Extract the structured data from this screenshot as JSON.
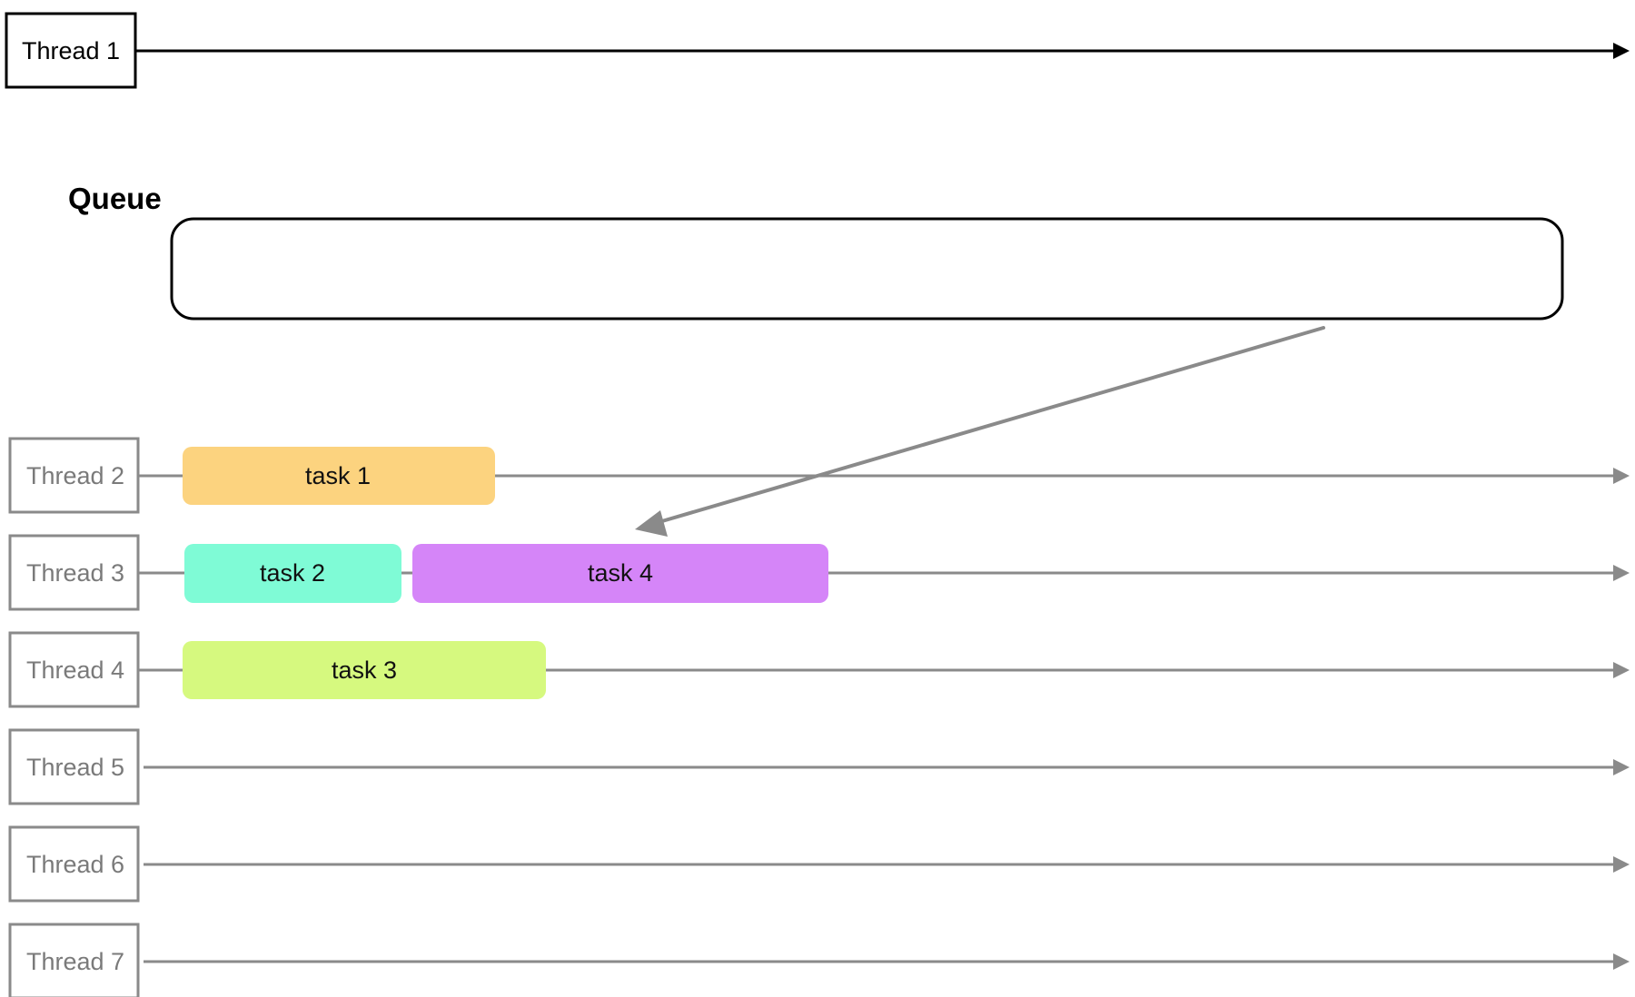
{
  "colors": {
    "main_thread": "#000000",
    "worker_thread": "#8a8a8a",
    "task_1": "#fcd37f",
    "task_2": "#7ffbd6",
    "task_3": "#d6f97f",
    "task_4": "#d585f8",
    "dequeue_arrow": "#8a8a8a"
  },
  "threads": [
    {
      "label": "Thread 1"
    },
    {
      "label": "Thread 2"
    },
    {
      "label": "Thread 3"
    },
    {
      "label": "Thread 4"
    },
    {
      "label": "Thread 5"
    },
    {
      "label": "Thread 6"
    },
    {
      "label": "Thread 7"
    }
  ],
  "queue": {
    "title": "Queue"
  },
  "tasks": [
    {
      "label": "task 1",
      "thread": "Thread 2"
    },
    {
      "label": "task 2",
      "thread": "Thread 3"
    },
    {
      "label": "task 4",
      "thread": "Thread 3"
    },
    {
      "label": "task 3",
      "thread": "Thread 4"
    }
  ]
}
